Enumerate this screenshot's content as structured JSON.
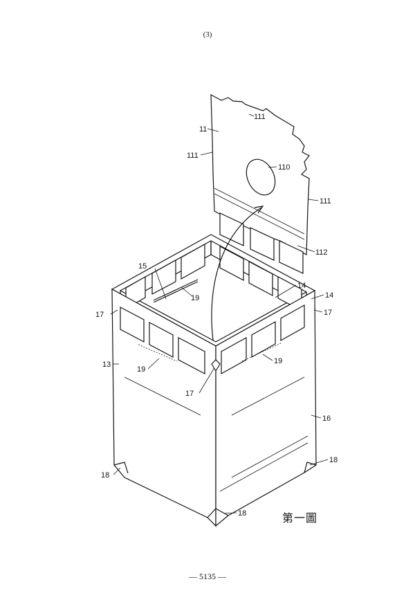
{
  "header": {
    "page_number": "(3)"
  },
  "footer": {
    "text": "— 5135 —"
  },
  "figure": {
    "caption": "第一圖",
    "labels": {
      "l111_top": "111",
      "l11": "11",
      "l111_left": "111",
      "l110": "110",
      "l111_right": "111",
      "l112": "112",
      "l15": "15",
      "l19_inner": "19",
      "l14_inner": "14",
      "l14_outer": "14",
      "l17_left": "17",
      "l17_right": "17",
      "l13": "13",
      "l19_left": "19",
      "l19_right": "19",
      "l17_bottom": "17",
      "l16": "16",
      "l18_left": "18",
      "l18_right": "18",
      "l18_bottom": "18"
    }
  }
}
